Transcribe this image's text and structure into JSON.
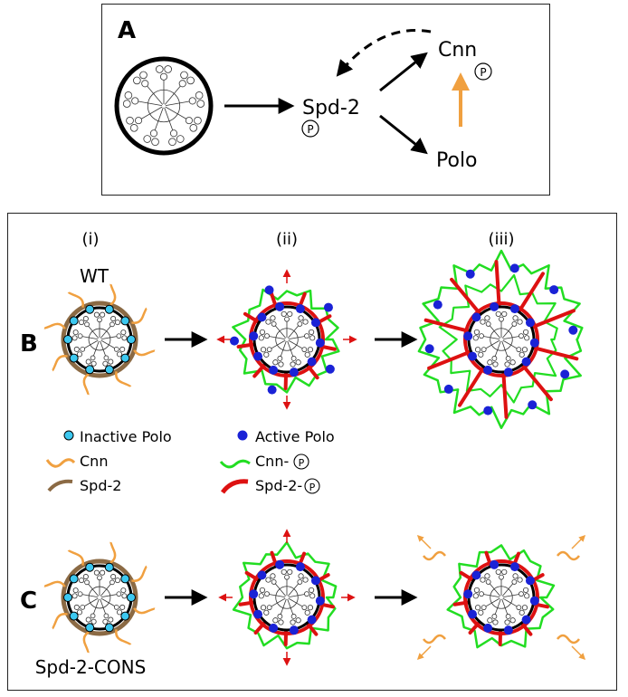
{
  "panel_a": {
    "letter": "A",
    "nodes": {
      "spd2": "Spd-2",
      "cnn": "Cnn",
      "polo": "Polo"
    },
    "phospho_mark": "P"
  },
  "panel_b": {
    "letter": "B",
    "stages": [
      "(i)",
      "(ii)",
      "(iii)"
    ],
    "genotype": "WT"
  },
  "legend": {
    "inactive_polo": "Inactive Polo",
    "active_polo": "Active Polo",
    "cnn": "Cnn",
    "cnn_p": "Cnn-",
    "spd2": "Spd-2",
    "spd2_p": "Spd-2-",
    "p_mark": "P"
  },
  "panel_c": {
    "letter": "C",
    "genotype": "Spd-2-CONS"
  },
  "colors": {
    "black": "#000000",
    "cnn_orange": "#f0a040",
    "spd2_brown": "#8b6a44",
    "active_polo_blue": "#1a22d6",
    "inactive_polo_cyan": "#3cc8f0",
    "cnn_p_green": "#22dd22",
    "spd2_p_red": "#dd1111",
    "orange_arrow": "#f0a040"
  }
}
